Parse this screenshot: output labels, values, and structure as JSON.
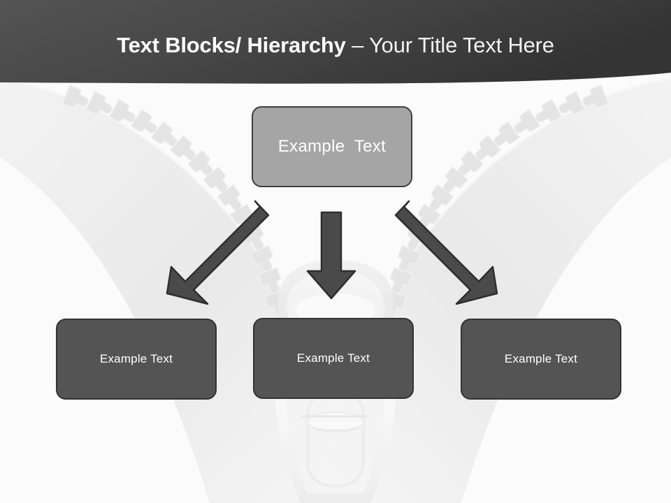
{
  "slide": {
    "background_color": "#fbfbfb",
    "background_graphic": "zipper-illustration"
  },
  "header": {
    "title_bold": "Text Blocks/ Hierarchy",
    "title_separator": " – ",
    "title_light": "Your Title Text Here",
    "gradient_from": "#4f4f4f",
    "gradient_to": "#373737",
    "text_color": "#ffffff"
  },
  "diagram": {
    "type": "hierarchy",
    "parent": {
      "label": "Example  Text",
      "fill": "#a5a5a5",
      "border": "#3f3f3f",
      "text_color": "#ffffff"
    },
    "children": [
      {
        "label": "Example Text",
        "fill": "#545454",
        "border": "#333333",
        "text_color": "#ffffff"
      },
      {
        "label": "Example Text",
        "fill": "#545454",
        "border": "#333333",
        "text_color": "#ffffff"
      },
      {
        "label": "Example Text",
        "fill": "#545454",
        "border": "#333333",
        "text_color": "#ffffff"
      }
    ],
    "connectors": [
      {
        "name": "arrow-down-left",
        "direction": "down-left",
        "fill": "#4a4a4a",
        "stroke": "#2e2e2e"
      },
      {
        "name": "arrow-down",
        "direction": "down",
        "fill": "#4a4a4a",
        "stroke": "#2e2e2e"
      },
      {
        "name": "arrow-down-right",
        "direction": "down-right",
        "fill": "#4a4a4a",
        "stroke": "#2e2e2e"
      }
    ]
  }
}
